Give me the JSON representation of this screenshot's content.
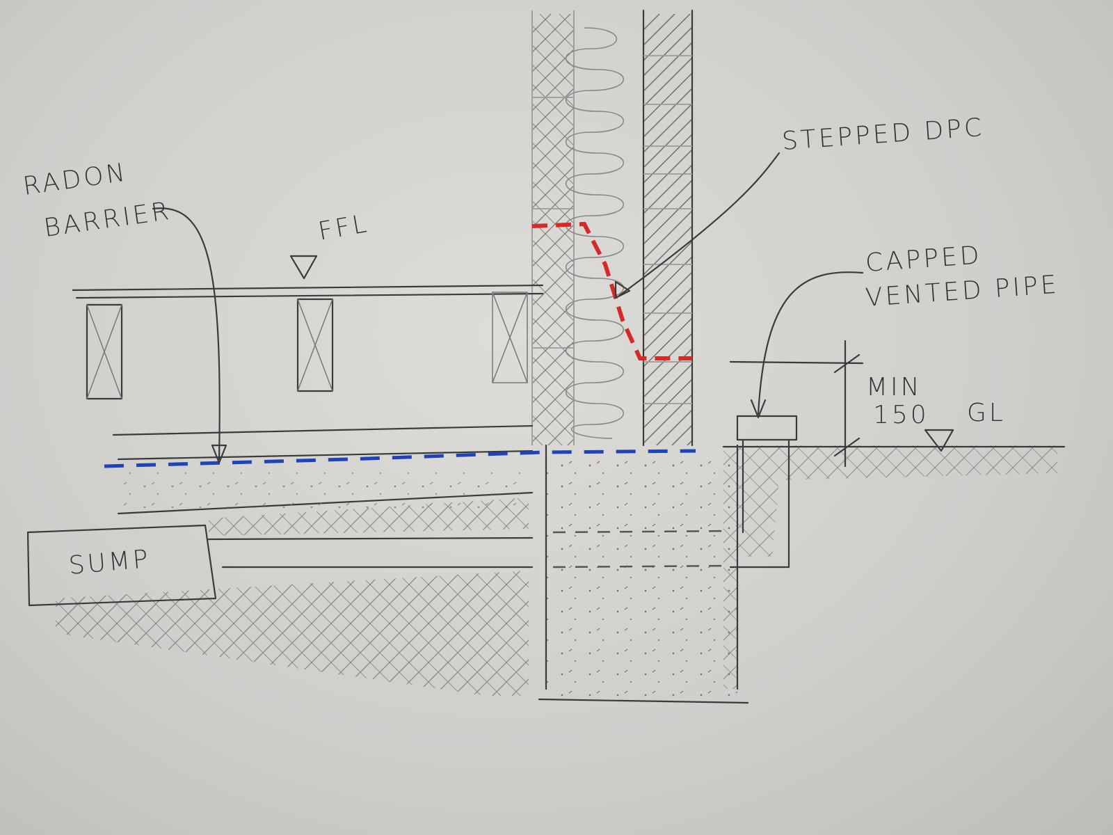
{
  "labels": {
    "radon_barrier_line1": "RADON",
    "radon_barrier_line2": "BARRIER",
    "ffl": "FFL",
    "stepped_dpc": "STEPPED DPC",
    "capped_vented_pipe_line1": "CAPPED",
    "capped_vented_pipe_line2": "VENTED PIPE",
    "min_line1": "MIN",
    "min_line2": "150",
    "gl": "GL",
    "sump": "SUMP"
  },
  "colors": {
    "dpc": "#d42a2a",
    "radon_barrier": "#1f44b8",
    "pencil": "#3a3a3a"
  }
}
